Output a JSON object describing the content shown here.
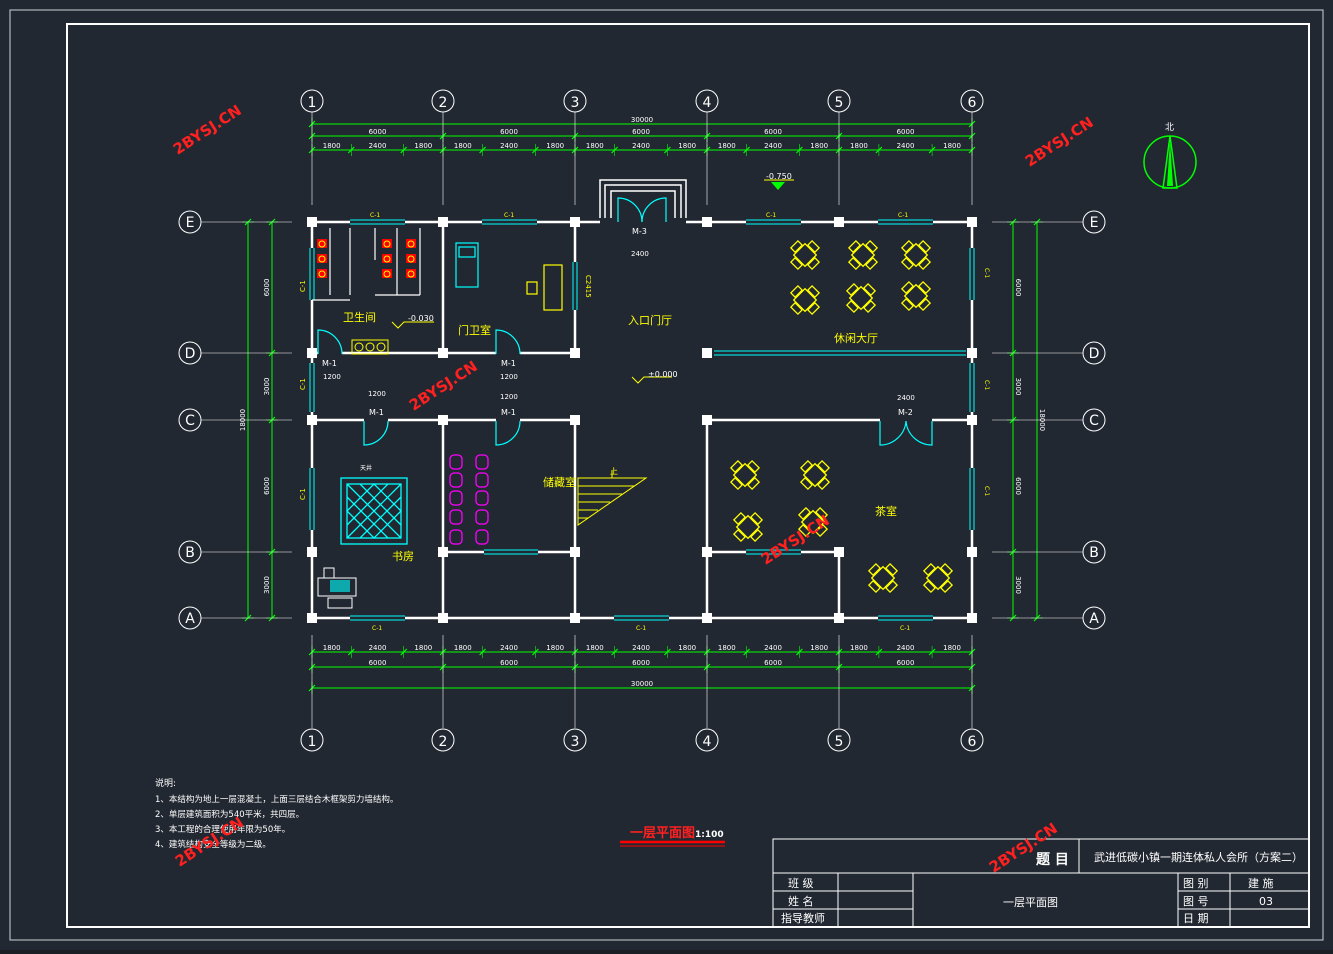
{
  "grid": {
    "columns": [
      "1",
      "2",
      "3",
      "4",
      "5",
      "6"
    ],
    "rows": [
      "E",
      "D",
      "C",
      "B",
      "A"
    ]
  },
  "dimensions": {
    "top_total": "30000",
    "top_bays": [
      "6000",
      "6000",
      "6000",
      "6000",
      "6000"
    ],
    "top_segments": [
      "1800",
      "2400",
      "1800",
      "1800",
      "2400",
      "1800",
      "1800",
      "2400",
      "1800",
      "1800",
      "2400",
      "1800",
      "1800",
      "2400",
      "1800"
    ],
    "bottom_total": "30000",
    "bottom_bays": [
      "6000",
      "6000",
      "6000",
      "6000",
      "6000"
    ],
    "bottom_segments": [
      "1800",
      "2400",
      "1800",
      "1800",
      "2400",
      "1800",
      "1800",
      "2400",
      "1800",
      "1800",
      "2400",
      "1800",
      "1800",
      "2400",
      "1800"
    ],
    "left_total": "18000",
    "left_bays": [
      "6000",
      "3000",
      "6000",
      "3000"
    ],
    "right_total": "18000",
    "right_bays": [
      "6000",
      "3000",
      "6000",
      "3000"
    ]
  },
  "rooms": {
    "toilet": "卫生间",
    "guard": "门卫室",
    "entrance_hall": "入口门厅",
    "lounge_hall": "休闲大厅",
    "storage": "储藏室",
    "study": "书房",
    "tea_room": "茶室",
    "skylight": "天井"
  },
  "labels": {
    "c1": "C-1",
    "c2415": "C2415",
    "m1": "M-1",
    "m2": "M-2",
    "m3": "M-3",
    "w1200": "1200",
    "w2400": "2400",
    "elev_toilet": "-0.030",
    "elev_floor": "±0.000",
    "elev_outside": "-0.750",
    "stair_up": "上",
    "north": "北"
  },
  "drawing_title": "一层平面图",
  "drawing_scale": "1:100",
  "notes": {
    "heading": "说明:",
    "items": [
      "1、本结构为地上一层混凝土，上面三层结合木框架剪力墙结构。",
      "2、单层建筑面积为540平米，共四层。",
      "3、本工程的合理使用年限为50年。",
      "4、建筑结构安全等级为二级。"
    ]
  },
  "title_block": {
    "topic_label": "题 目",
    "project": "武进低碳小镇一期连体私人会所（方案二）",
    "class_label": "班 级",
    "name_label": "姓 名",
    "advisor_label": "指导教师",
    "sheet_name": "一层平面图",
    "category_label": "图 别",
    "category_value": "建 施",
    "number_label": "图 号",
    "number_value": "03",
    "date_label": "日 期"
  },
  "watermark": "2BYSJ.CN",
  "colors": {
    "background": "#222831",
    "border": "#ffffff",
    "wall": "#ffffff",
    "dimension": "#00ff00",
    "text": "#ffff00",
    "axis_circle": "#ffffff",
    "window": "#00ffff",
    "watermark": "#ff2020",
    "title_line": "#ff0000",
    "furniture": "#ffff00",
    "shelf": "#ff00ff",
    "toilet_fixture": "#ff0000"
  }
}
